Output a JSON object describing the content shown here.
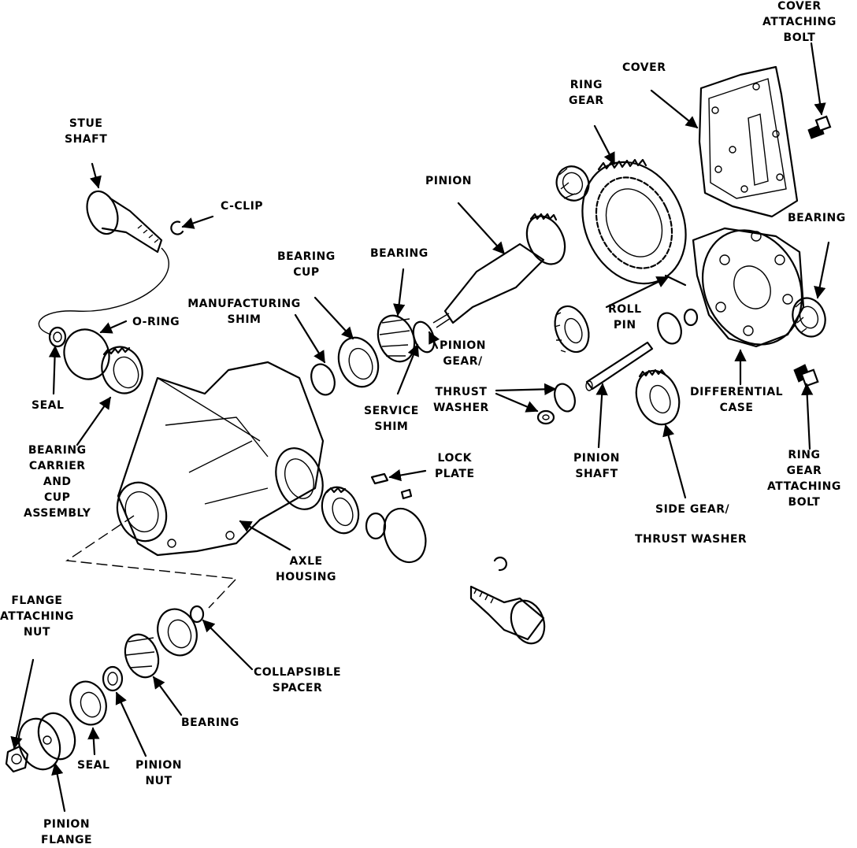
{
  "labels": {
    "cover_attaching_bolt": [
      "COVER",
      "ATTACHING",
      "BOLT"
    ],
    "cover": [
      "COVER"
    ],
    "ring_gear": [
      "RING",
      "GEAR"
    ],
    "stub_shaft": [
      "STUE",
      "SHAFT"
    ],
    "pinion": [
      "PINION"
    ],
    "c_clip": [
      "C-CLIP"
    ],
    "bearing_top": [
      "BEARING"
    ],
    "bearing_cup": [
      "BEARING",
      "CUP"
    ],
    "bearing_right": [
      "BEARING"
    ],
    "manufacturing_shim": [
      "MANUFACTURING",
      "SHIM"
    ],
    "o_ring": [
      "O-RING"
    ],
    "roll_pin": [
      "ROLL",
      "PIN"
    ],
    "pinion_gear": [
      "PINION",
      "GEAR/"
    ],
    "seal_left": [
      "SEAL"
    ],
    "thrust_washer": [
      "THRUST",
      "WASHER"
    ],
    "service_shim": [
      "SERVICE",
      "SHIM"
    ],
    "differential_case": [
      "DIFFERENTIAL",
      "CASE"
    ],
    "bearing_carrier": [
      "BEARING",
      "CARRIER",
      "AND",
      "CUP",
      "ASSEMBLY"
    ],
    "lock_plate": [
      "LOCK",
      "PLATE"
    ],
    "pinion_shaft": [
      "PINION",
      "SHAFT"
    ],
    "ring_gear_attaching_bolt": [
      "RING",
      "GEAR",
      "ATTACHING",
      "BOLT"
    ],
    "side_gear": [
      "SIDE GEAR/"
    ],
    "thrust_washer_2": [
      "THRUST WASHER"
    ],
    "axle_housing": [
      "AXLE",
      "HOUSING"
    ],
    "flange_attaching_nut": [
      "FLANGE",
      "ATTACHING",
      "NUT"
    ],
    "collapsible_spacer": [
      "COLLAPSIBLE",
      "SPACER"
    ],
    "bearing_bottom": [
      "BEARING"
    ],
    "seal_bottom": [
      "SEAL"
    ],
    "pinion_nut": [
      "PINION",
      "NUT"
    ],
    "pinion_flange": [
      "PINION",
      "FLANGE"
    ]
  }
}
